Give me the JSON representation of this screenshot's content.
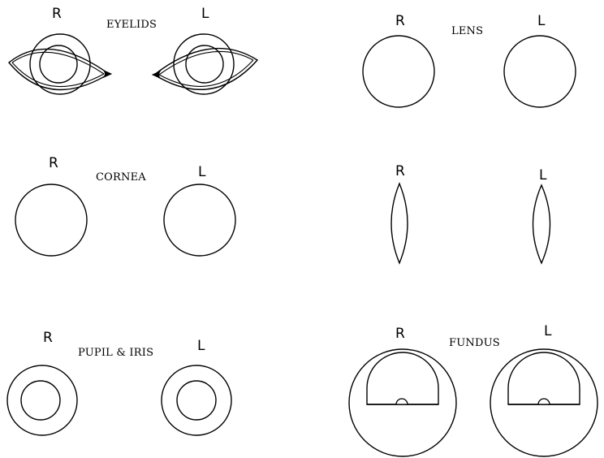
{
  "sections": {
    "eyelids": {
      "title": "EYELIDS",
      "right": "R",
      "left": "L"
    },
    "lens_top": {
      "title": "LENS",
      "right": "R",
      "left": "L"
    },
    "cornea": {
      "title": "CORNEA",
      "right": "R",
      "left": "L"
    },
    "lens_side": {
      "right": "R",
      "left": "L"
    },
    "pupil_iris": {
      "title": "PUPIL & IRIS",
      "right": "R",
      "left": "L"
    },
    "fundus": {
      "title": "FUNDUS",
      "right": "R",
      "left": "L"
    }
  }
}
